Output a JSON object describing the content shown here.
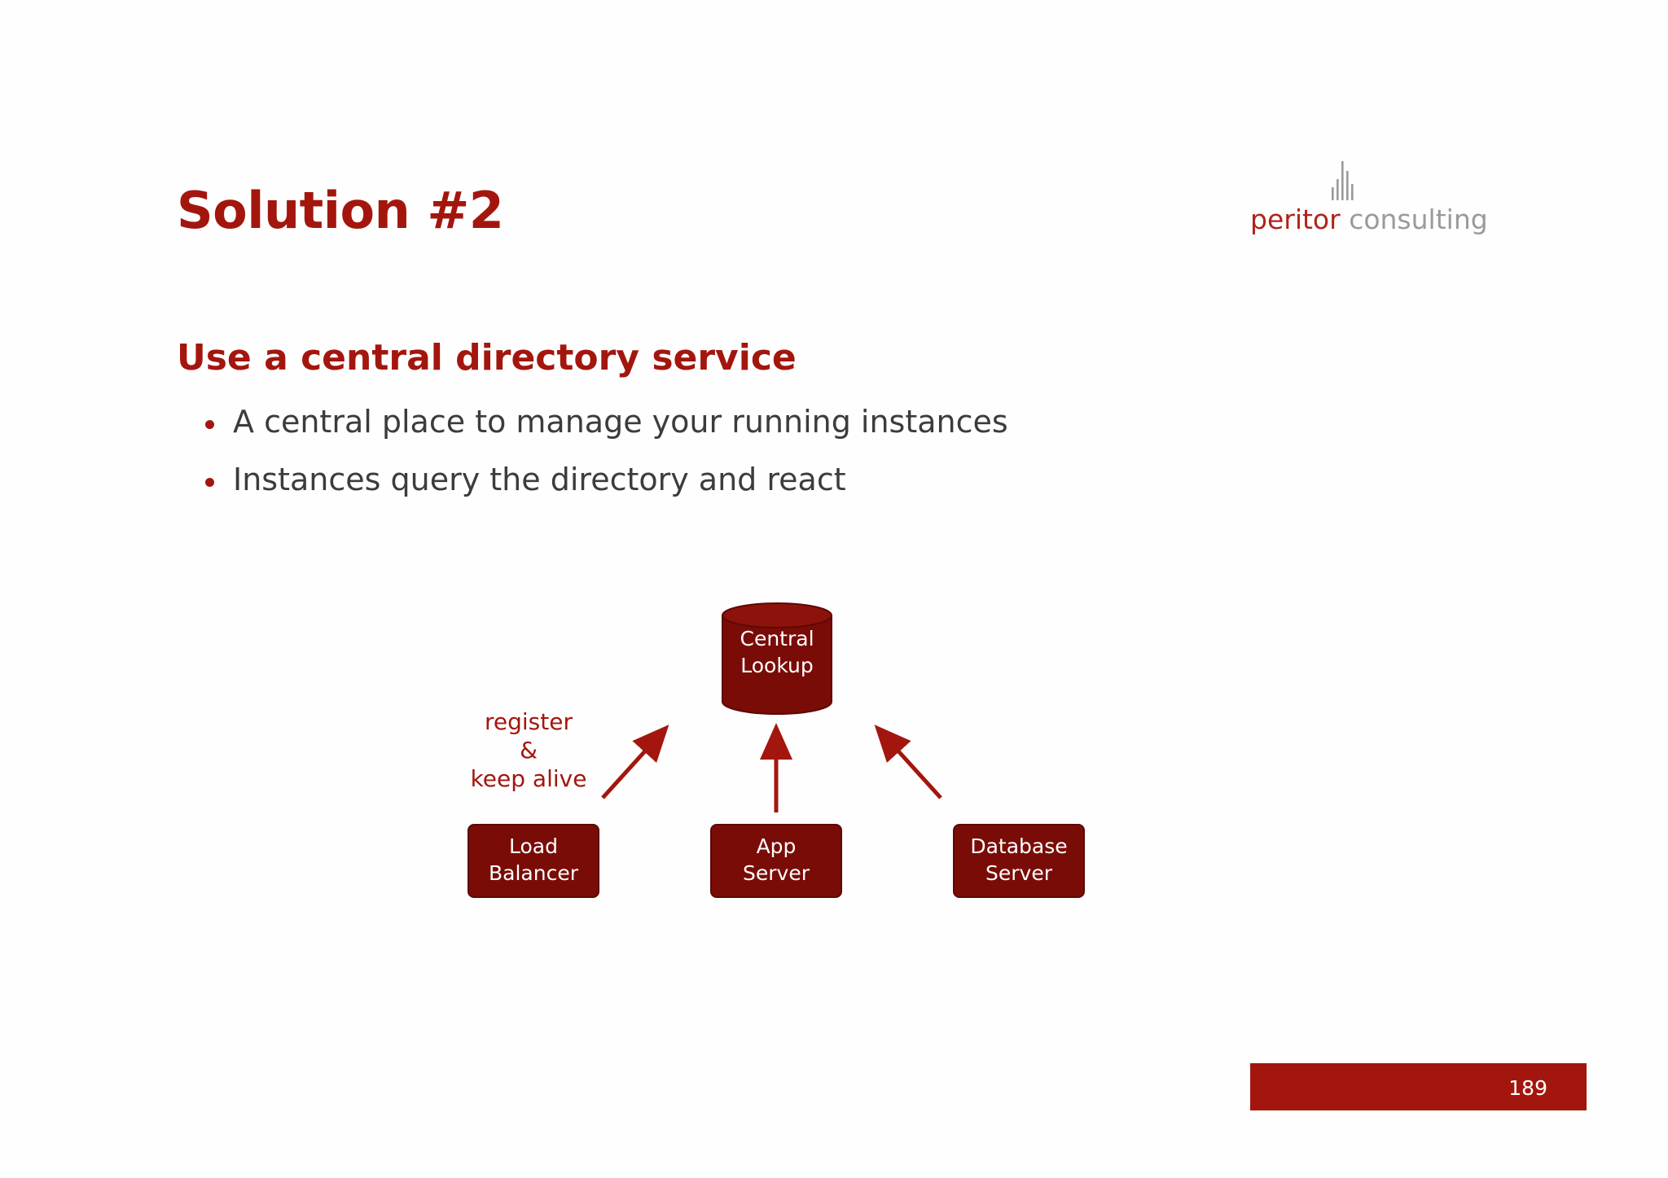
{
  "slide": {
    "title": "Solution #2",
    "subtitle": "Use a central directory service",
    "bullets": [
      "A central place to manage your running instances",
      "Instances query the directory and react"
    ],
    "page_number": "189"
  },
  "logo": {
    "word1": "peritor",
    "word2": "consulting",
    "colors": {
      "word1": "#b0241b",
      "word2": "#9a9a9a"
    }
  },
  "diagram": {
    "hub": {
      "label_lines": [
        "Central",
        "Lookup"
      ],
      "shape": "cylinder"
    },
    "nodes": [
      {
        "label_lines": [
          "Load",
          "Balancer"
        ]
      },
      {
        "label_lines": [
          "App",
          "Server"
        ]
      },
      {
        "label_lines": [
          "Database",
          "Server"
        ]
      }
    ],
    "annotation_lines": [
      "register",
      "&",
      "keep alive"
    ],
    "colors": {
      "node_fill": "#7a0c08",
      "arrow": "#a3160e",
      "text": "#a3160e"
    }
  },
  "colors": {
    "accent": "#a3160e",
    "body_text": "#3c3c3c"
  }
}
